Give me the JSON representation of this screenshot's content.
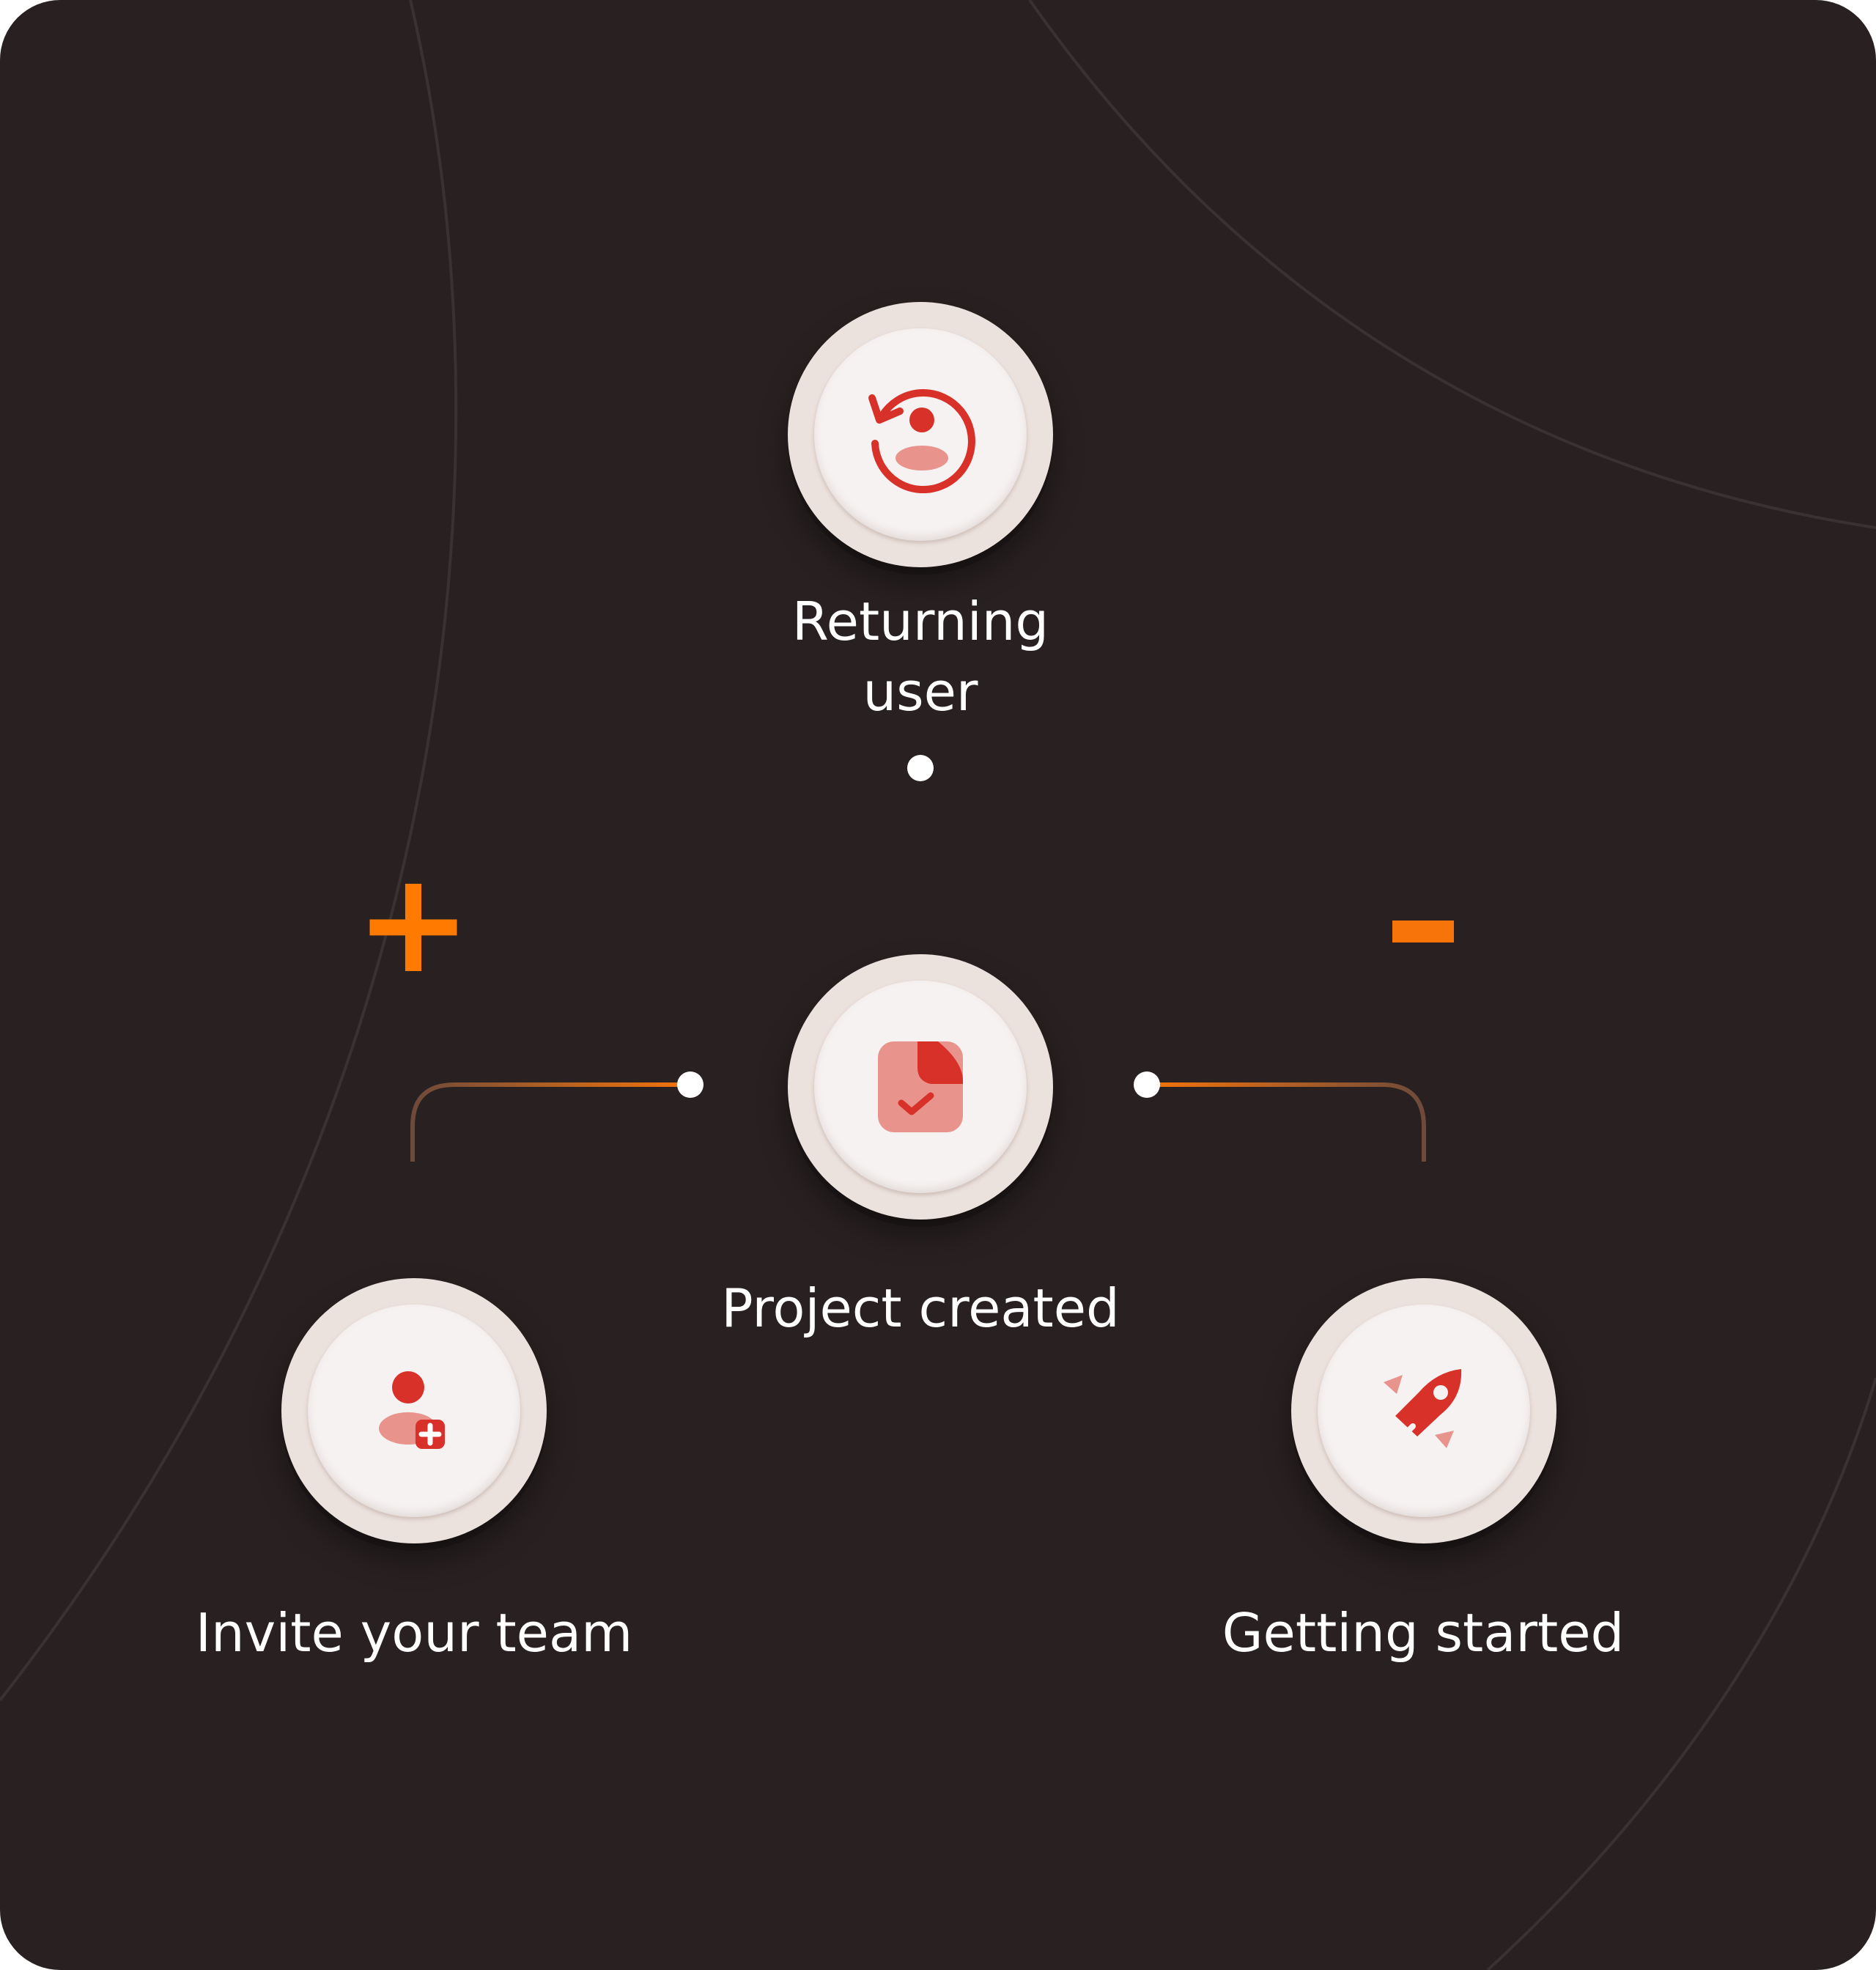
{
  "colors": {
    "background": "#282021",
    "accent_orange": "#f6740a",
    "node_outer": "#ece2dd",
    "node_inner": "#f6f2f2",
    "icon_red": "#d7312a",
    "icon_pink": "#e8948d",
    "text": "#ffffff"
  },
  "nodes": {
    "returning_user": {
      "label": "Returning user",
      "icon": "user-refresh-icon"
    },
    "project_created": {
      "label": "Project created",
      "icon": "document-check-icon"
    },
    "invite_team": {
      "label": "Invite your team",
      "icon": "user-add-icon"
    },
    "getting_started": {
      "label": "Getting started",
      "icon": "rocket-icon"
    }
  },
  "signs": {
    "plus": "+",
    "minus": "-"
  }
}
